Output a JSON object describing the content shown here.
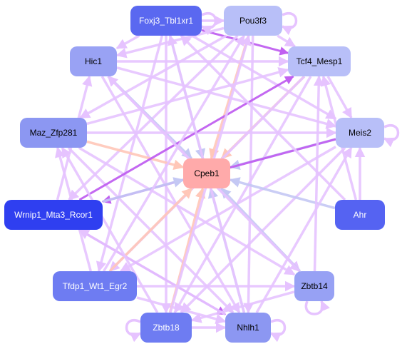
{
  "diagram": {
    "nodes": [
      {
        "id": "foxj3",
        "label": "Foxj3_Tbl1xr1",
        "fill": "#5a68f0",
        "text_color": "#ffffff"
      },
      {
        "id": "pou3f3",
        "label": "Pou3f3",
        "fill": "#b8bff8",
        "text_color": "#000000"
      },
      {
        "id": "hic1",
        "label": "Hic1",
        "fill": "#99a2f4",
        "text_color": "#000000"
      },
      {
        "id": "tcf4",
        "label": "Tcf4_Mesp1",
        "fill": "#b8bff8",
        "text_color": "#000000"
      },
      {
        "id": "maz",
        "label": "Maz_Zfp281",
        "fill": "#8c97f2",
        "text_color": "#000000"
      },
      {
        "id": "meis2",
        "label": "Meis2",
        "fill": "#b8bff8",
        "text_color": "#000000"
      },
      {
        "id": "cpeb1",
        "label": "Cpeb1",
        "fill": "#ffaaaa",
        "text_color": "#000000"
      },
      {
        "id": "wrnip1",
        "label": "Wrnip1_Mta3_Rcor1",
        "fill": "#2f3ff0",
        "text_color": "#ffffff"
      },
      {
        "id": "ahr",
        "label": "Ahr",
        "fill": "#5563f2",
        "text_color": "#ffffff"
      },
      {
        "id": "tfdp1",
        "label": "Tfdp1_Wt1_Egr2",
        "fill": "#6e7cf2",
        "text_color": "#ffffff"
      },
      {
        "id": "zbtb14",
        "label": "Zbtb14",
        "fill": "#97a1f4",
        "text_color": "#000000"
      },
      {
        "id": "zbtb18",
        "label": "Zbtb18",
        "fill": "#6e7cf2",
        "text_color": "#ffffff"
      },
      {
        "id": "nhlh1",
        "label": "Nhlh1",
        "fill": "#8c97f2",
        "text_color": "#000000"
      }
    ],
    "edges": [
      {
        "from": "foxj3",
        "to": "pou3f3",
        "color": "#e6c3ff"
      },
      {
        "from": "foxj3",
        "to": "tcf4",
        "color": "#c060f0"
      },
      {
        "from": "foxj3",
        "to": "hic1",
        "color": "#e6c3ff"
      },
      {
        "from": "foxj3",
        "to": "cpeb1",
        "color": "#c4c8f4"
      },
      {
        "from": "foxj3",
        "to": "meis2",
        "color": "#e6c3ff"
      },
      {
        "from": "foxj3",
        "to": "tfdp1",
        "color": "#e6c3ff"
      },
      {
        "from": "foxj3",
        "to": "zbtb18",
        "color": "#e6c3ff"
      },
      {
        "from": "pou3f3",
        "to": "tcf4",
        "color": "#e6c3ff"
      },
      {
        "from": "pou3f3",
        "to": "hic1",
        "color": "#e6c3ff"
      },
      {
        "from": "pou3f3",
        "to": "cpeb1",
        "color": "#ffc7b8"
      },
      {
        "from": "pou3f3",
        "to": "maz",
        "color": "#e6c3ff"
      },
      {
        "from": "pou3f3",
        "to": "wrnip1",
        "color": "#e6c3ff"
      },
      {
        "from": "pou3f3",
        "to": "nhlh1",
        "color": "#e6c3ff"
      },
      {
        "from": "hic1",
        "to": "tcf4",
        "color": "#e6c3ff"
      },
      {
        "from": "hic1",
        "to": "cpeb1",
        "color": "#c4c8f4"
      },
      {
        "from": "hic1",
        "to": "meis2",
        "color": "#e6c3ff"
      },
      {
        "from": "hic1",
        "to": "nhlh1",
        "color": "#e6c3ff"
      },
      {
        "from": "hic1",
        "to": "zbtb14",
        "color": "#e6c3ff"
      },
      {
        "from": "tcf4",
        "to": "cpeb1",
        "color": "#ffc7b8"
      },
      {
        "from": "tcf4",
        "to": "meis2",
        "color": "#e6c3ff"
      },
      {
        "from": "tcf4",
        "to": "tfdp1",
        "color": "#e6c3ff"
      },
      {
        "from": "tcf4",
        "to": "zbtb18",
        "color": "#e6c3ff"
      },
      {
        "from": "maz",
        "to": "meis2",
        "color": "#e6c3ff"
      },
      {
        "from": "maz",
        "to": "cpeb1",
        "color": "#ffc7b8"
      },
      {
        "from": "maz",
        "to": "tcf4",
        "color": "#e6c3ff"
      },
      {
        "from": "maz",
        "to": "zbtb14",
        "color": "#e6c3ff"
      },
      {
        "from": "maz",
        "to": "nhlh1",
        "color": "#e6c3ff"
      },
      {
        "from": "meis2",
        "to": "cpeb1",
        "color": "#c4c8f4"
      },
      {
        "from": "meis2",
        "to": "wrnip1",
        "color": "#c060f0"
      },
      {
        "from": "meis2",
        "to": "tfdp1",
        "color": "#e6c3ff"
      },
      {
        "from": "meis2",
        "to": "zbtb18",
        "color": "#e6c3ff"
      },
      {
        "from": "wrnip1",
        "to": "cpeb1",
        "color": "#c4c8f4"
      },
      {
        "from": "wrnip1",
        "to": "tcf4",
        "color": "#c060f0"
      },
      {
        "from": "wrnip1",
        "to": "nhlh1",
        "color": "#c060f0"
      },
      {
        "from": "wrnip1",
        "to": "hic1",
        "color": "#e6c3ff"
      },
      {
        "from": "ahr",
        "to": "cpeb1",
        "color": "#c4c8f4"
      },
      {
        "from": "ahr",
        "to": "meis2",
        "color": "#e6c3ff"
      },
      {
        "from": "ahr",
        "to": "tcf4",
        "color": "#e6c3ff"
      },
      {
        "from": "ahr",
        "to": "foxj3",
        "color": "#e6c3ff"
      },
      {
        "from": "tfdp1",
        "to": "cpeb1",
        "color": "#ffc7b8"
      },
      {
        "from": "tfdp1",
        "to": "pou3f3",
        "color": "#e6c3ff"
      },
      {
        "from": "tfdp1",
        "to": "maz",
        "color": "#e6c3ff"
      },
      {
        "from": "tfdp1",
        "to": "nhlh1",
        "color": "#e6c3ff"
      },
      {
        "from": "tfdp1",
        "to": "zbtb14",
        "color": "#e6c3ff"
      },
      {
        "from": "zbtb14",
        "to": "cpeb1",
        "color": "#c4c8f4"
      },
      {
        "from": "zbtb14",
        "to": "tcf4",
        "color": "#e6c3ff"
      },
      {
        "from": "zbtb14",
        "to": "hic1",
        "color": "#e6c3ff"
      },
      {
        "from": "zbtb14",
        "to": "zbtb18",
        "color": "#e6c3ff"
      },
      {
        "from": "zbtb18",
        "to": "cpeb1",
        "color": "#ffc7b8"
      },
      {
        "from": "zbtb18",
        "to": "pou3f3",
        "color": "#e6c3ff"
      },
      {
        "from": "zbtb18",
        "to": "maz",
        "color": "#e6c3ff"
      },
      {
        "from": "zbtb18",
        "to": "nhlh1",
        "color": "#e6c3ff"
      },
      {
        "from": "nhlh1",
        "to": "cpeb1",
        "color": "#c4c8f4"
      },
      {
        "from": "nhlh1",
        "to": "meis2",
        "color": "#e6c3ff"
      },
      {
        "from": "nhlh1",
        "to": "foxj3",
        "color": "#e6c3ff"
      },
      {
        "from": "nhlh1",
        "to": "wrnip1",
        "color": "#e6c3ff"
      }
    ],
    "self_loops": [
      "foxj3",
      "pou3f3",
      "meis2",
      "nhlh1",
      "zbtb14",
      "zbtb18"
    ]
  }
}
